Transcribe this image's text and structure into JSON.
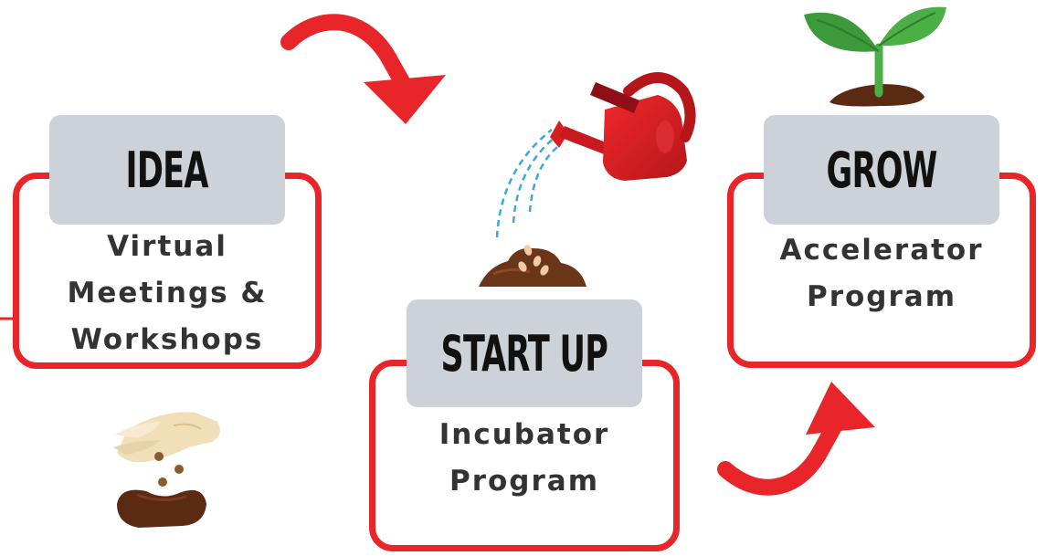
{
  "stages": [
    {
      "title": "IDEA",
      "lines": [
        "Virtual",
        "Meetings &",
        "Workshops"
      ]
    },
    {
      "title": "START UP",
      "lines": [
        "Incubator",
        "Program"
      ]
    },
    {
      "title": "GROW",
      "lines": [
        "Accelerator",
        "Program"
      ]
    }
  ],
  "icons": {
    "idea": "hand-sowing-seeds-icon",
    "startup": "watering-can-icon",
    "soil": "soil-with-seeds-icon",
    "grow": "sprout-icon"
  },
  "colors": {
    "accent": "#e8262a",
    "label_background": "#cdd2d9",
    "text": "#333333",
    "water": "#3aa7e0",
    "leaf": "#3d9a3a",
    "soil": "#6b3518"
  }
}
